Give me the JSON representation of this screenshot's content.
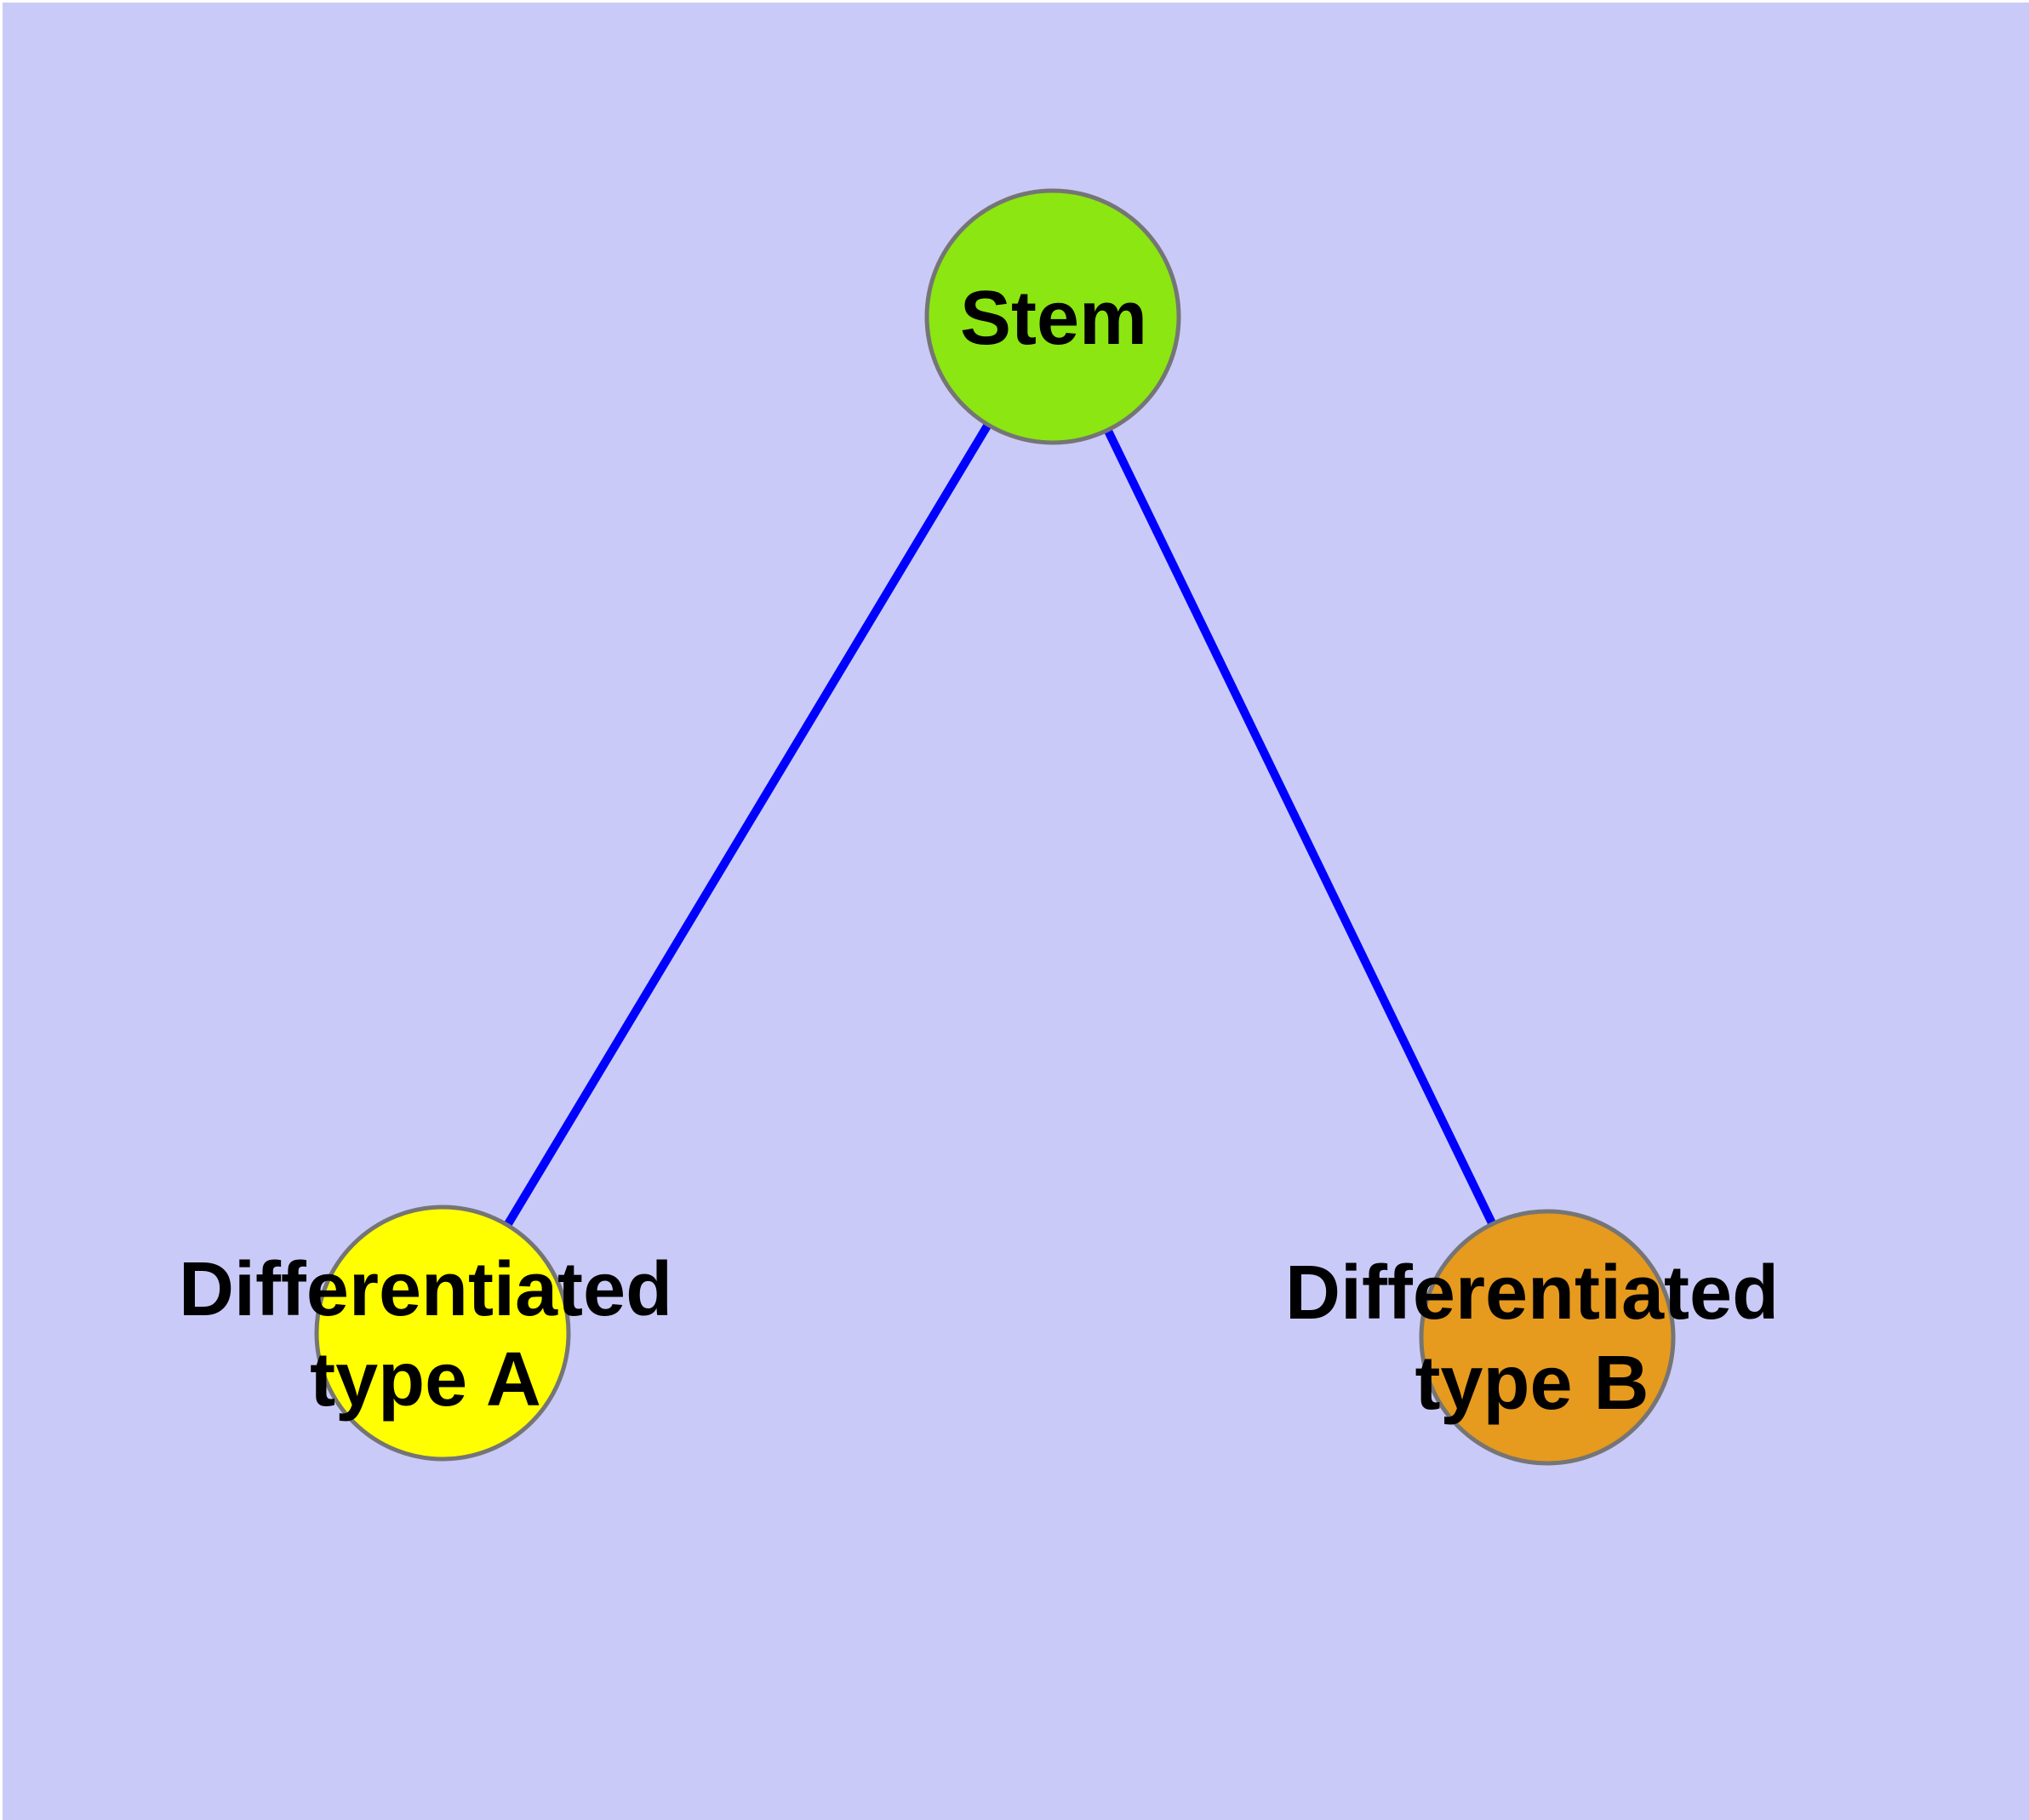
{
  "diagram": {
    "type": "graph",
    "background_color": "#CACAF8",
    "frame_highlight_color": "#FFFFFF",
    "node_border_color": "#757575",
    "label_color": "#000000",
    "edge_color": "#0000FF",
    "nodes": [
      {
        "id": "stem",
        "lines": [
          "Stem"
        ],
        "fill": "#8BE612"
      },
      {
        "id": "differentiated-type-a",
        "lines": [
          "Differentiated",
          "type A"
        ],
        "fill": "#FFFF00"
      },
      {
        "id": "differentiated-type-b",
        "lines": [
          "Differentiated",
          "type B"
        ],
        "fill": "#E69A1E"
      }
    ],
    "edges": [
      {
        "from": "stem",
        "to": "differentiated-type-a"
      },
      {
        "from": "stem",
        "to": "differentiated-type-b"
      }
    ]
  }
}
